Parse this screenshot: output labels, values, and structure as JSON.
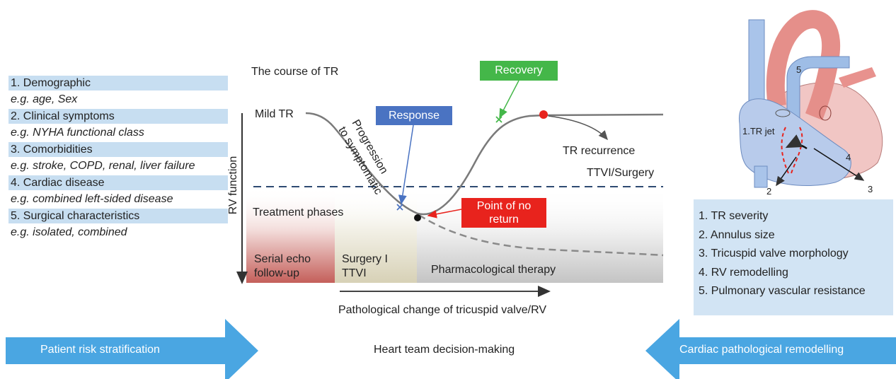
{
  "risk_factors": [
    {
      "heading": "1. Demographic",
      "example": "e.g. age, Sex"
    },
    {
      "heading": "2. Clinical symptoms",
      "example": "e.g. NYHA functional class"
    },
    {
      "heading": "3. Comorbidities",
      "example": "e.g. stroke, COPD, renal, liver failure"
    },
    {
      "heading": "4. Cardiac disease",
      "example": "e.g. combined left-sided disease"
    },
    {
      "heading": "5. Surgical characteristics",
      "example": "e.g. isolated, combined"
    }
  ],
  "course": {
    "title": "The course of TR",
    "start_label": "Mild TR",
    "progression_line1": "Progression",
    "progression_line2": "to symptomatic",
    "y_axis_label": "RV function",
    "x_axis_label": "Pathological change of tricuspid valve/RV",
    "recurrence_label": "TR recurrence",
    "reintervention_label": "TTVI/Surgery",
    "treatment_phases_label": "Treatment phases"
  },
  "callouts": {
    "response": "Response",
    "recovery": "Recovery",
    "point_of_no_return_line1": "Point of no",
    "point_of_no_return_line2": "return"
  },
  "phases": [
    {
      "line1": "Serial echo",
      "line2": "follow-up",
      "color": "#c9605c"
    },
    {
      "line1": "Surgery I",
      "line2": "TTVI",
      "color": "#d9d3b8"
    },
    {
      "line1": "Pharmacological therapy",
      "line2": "",
      "color": "#c8c8c8"
    }
  ],
  "heart": {
    "labels": [
      "1.TR jet",
      "2",
      "3",
      "4",
      "5"
    ]
  },
  "remodelling_factors": [
    "1. TR severity",
    "2. Annulus size",
    "3. Tricuspid valve morphology",
    "4. RV remodelling",
    "5. Pulmonary vascular resistance"
  ],
  "bottom": {
    "left_arrow": "Patient risk stratification",
    "center": "Heart team decision-making",
    "right_arrow": "Cardiac pathological remodelling"
  },
  "colors": {
    "list_highlight": "#c7def1",
    "remodelling_box": "#d2e4f4",
    "arrow_blue": "#4aa6e2",
    "response": "#4a73c2",
    "recovery": "#44b749",
    "point_of_no_return": "#e8231d"
  }
}
